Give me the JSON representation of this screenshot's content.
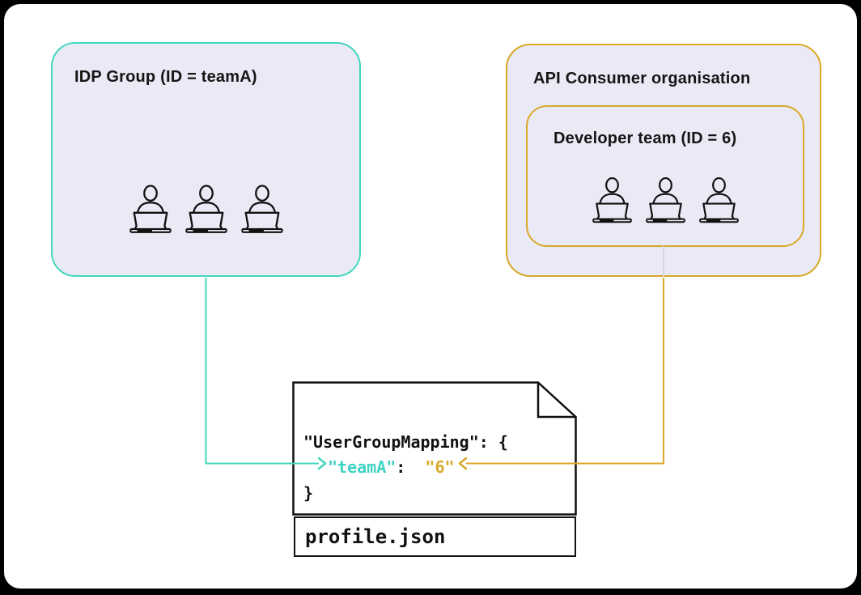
{
  "colors": {
    "teal": "#45D6BF",
    "gold": "#D9A827",
    "box_fill": "#EAEAF6",
    "connector_gray": "#D8D8DE",
    "ink": "#111111"
  },
  "idp_group": {
    "title": "IDP Group (ID = teamA)",
    "member_count": 3
  },
  "api_consumer_org": {
    "title": "API Consumer organisation",
    "developer_team": {
      "title": "Developer team (ID = 6)",
      "member_count": 3
    }
  },
  "profile_file": {
    "filename": "profile.json",
    "code_line1": "\"UserGroupMapping\": {",
    "code_key": "\"teamA\"",
    "code_colon": ":  ",
    "code_value": "\"6\"",
    "code_line3": "}"
  }
}
